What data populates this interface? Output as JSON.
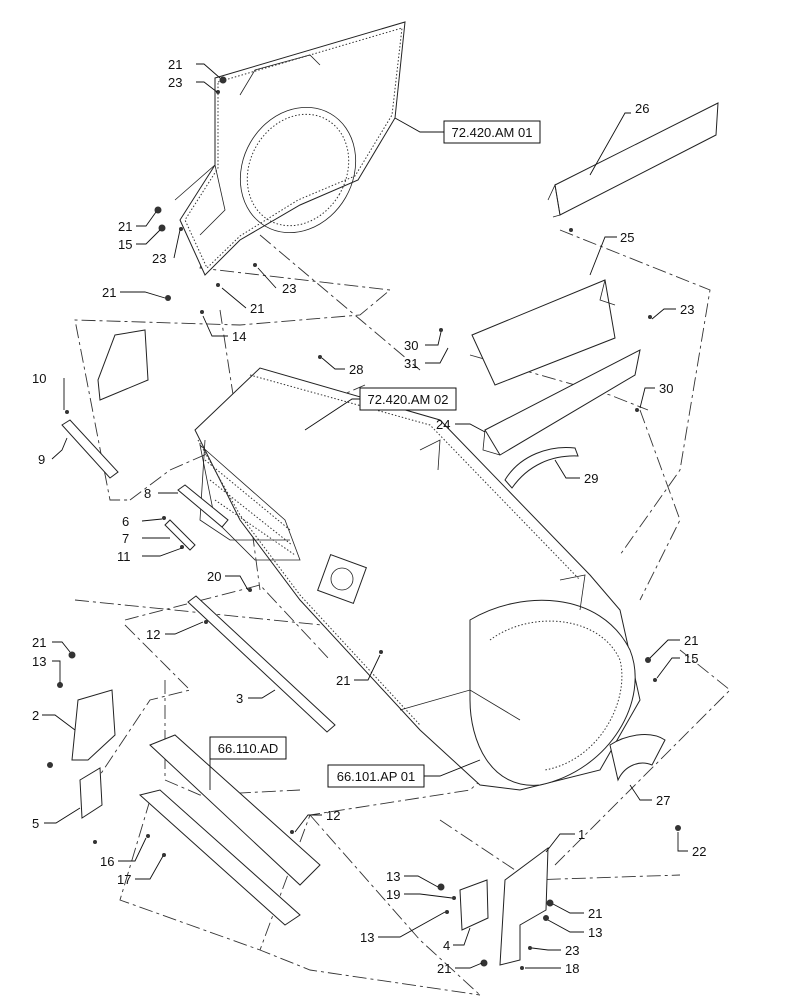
{
  "references": [
    {
      "id": "ref-72-420-am-01",
      "text": "72.420.AM 01"
    },
    {
      "id": "ref-72-420-am-02",
      "text": "72.420.AM 02"
    },
    {
      "id": "ref-66-110-ad",
      "text": "66.110.AD"
    },
    {
      "id": "ref-66-101-ap-01",
      "text": "66.101.AP 01"
    }
  ],
  "callouts": [
    {
      "key": "c21a",
      "text": "21"
    },
    {
      "key": "c23a",
      "text": "23"
    },
    {
      "key": "c21b",
      "text": "21"
    },
    {
      "key": "c15a",
      "text": "15"
    },
    {
      "key": "c23b",
      "text": "23"
    },
    {
      "key": "c21c",
      "text": "21"
    },
    {
      "key": "c21d",
      "text": "21"
    },
    {
      "key": "c23c",
      "text": "23"
    },
    {
      "key": "c14",
      "text": "14"
    },
    {
      "key": "c10",
      "text": "10"
    },
    {
      "key": "c9",
      "text": "9"
    },
    {
      "key": "c8",
      "text": "8"
    },
    {
      "key": "c6",
      "text": "6"
    },
    {
      "key": "c7",
      "text": "7"
    },
    {
      "key": "c11",
      "text": "11"
    },
    {
      "key": "c26",
      "text": "26"
    },
    {
      "key": "c25",
      "text": "25"
    },
    {
      "key": "c30a",
      "text": "30"
    },
    {
      "key": "c31",
      "text": "31"
    },
    {
      "key": "c23d",
      "text": "23"
    },
    {
      "key": "c28",
      "text": "28"
    },
    {
      "key": "c30b",
      "text": "30"
    },
    {
      "key": "c24",
      "text": "24"
    },
    {
      "key": "c29",
      "text": "29"
    },
    {
      "key": "c20",
      "text": "20"
    },
    {
      "key": "c12a",
      "text": "12"
    },
    {
      "key": "c3",
      "text": "3"
    },
    {
      "key": "c21e",
      "text": "21"
    },
    {
      "key": "c21f",
      "text": "21"
    },
    {
      "key": "c13a",
      "text": "13"
    },
    {
      "key": "c2",
      "text": "2"
    },
    {
      "key": "c5",
      "text": "5"
    },
    {
      "key": "c16",
      "text": "16"
    },
    {
      "key": "c17",
      "text": "17"
    },
    {
      "key": "c12b",
      "text": "12"
    },
    {
      "key": "c21g",
      "text": "21"
    },
    {
      "key": "c15b",
      "text": "15"
    },
    {
      "key": "c27",
      "text": "27"
    },
    {
      "key": "c22",
      "text": "22"
    },
    {
      "key": "c1",
      "text": "1"
    },
    {
      "key": "c13b",
      "text": "13"
    },
    {
      "key": "c19",
      "text": "19"
    },
    {
      "key": "c13c",
      "text": "13"
    },
    {
      "key": "c4",
      "text": "4"
    },
    {
      "key": "c21h",
      "text": "21"
    },
    {
      "key": "c13d",
      "text": "13"
    },
    {
      "key": "c23e",
      "text": "23"
    },
    {
      "key": "c21i",
      "text": "21"
    },
    {
      "key": "c18",
      "text": "18"
    }
  ]
}
